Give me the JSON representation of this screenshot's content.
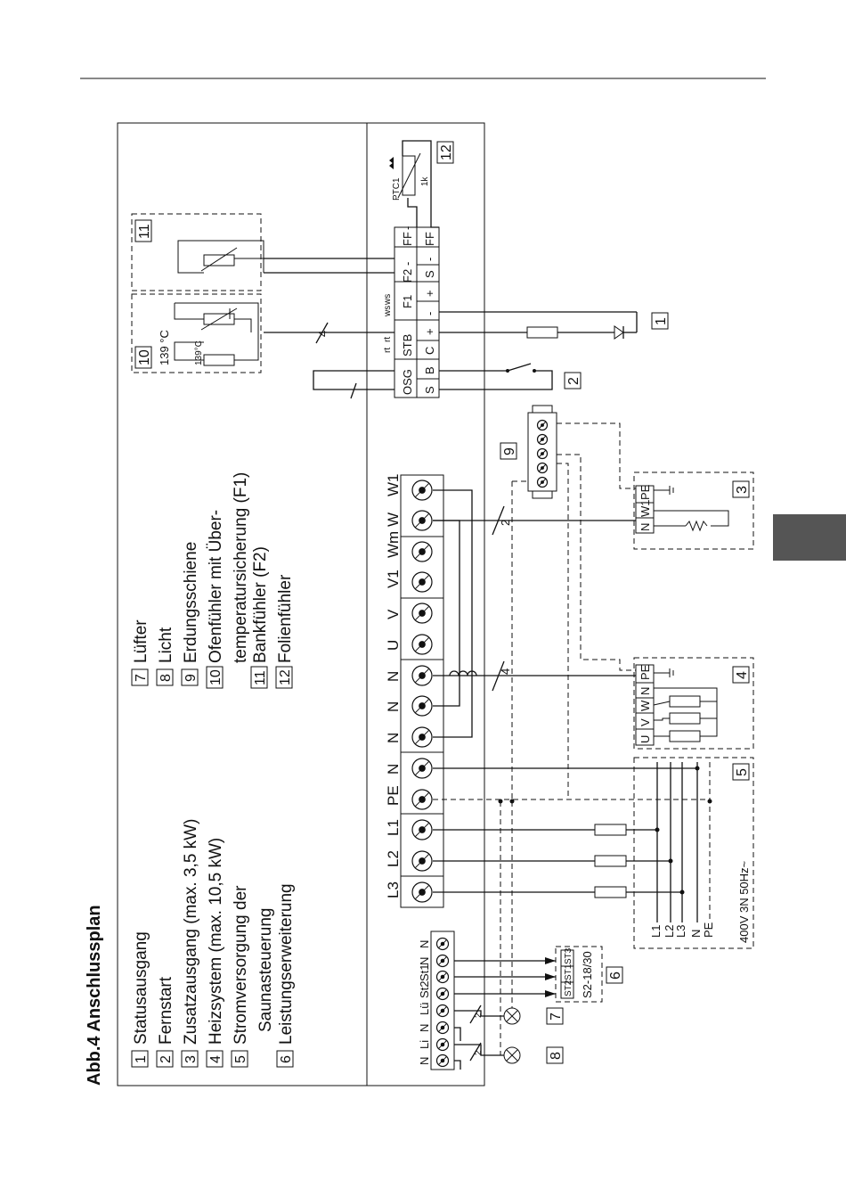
{
  "figure": {
    "title": "Abb.4 Anschlussplan"
  },
  "legend": {
    "items": [
      {
        "num": "1",
        "label": "Statusausgang"
      },
      {
        "num": "2",
        "label": "Fernstart"
      },
      {
        "num": "3",
        "label": "Zusatzausgang (max. 3,5 kW)"
      },
      {
        "num": "4",
        "label": "Heizsystem (max. 10,5 kW)"
      },
      {
        "num": "5",
        "label": "Stromversorgung der",
        "label2": "Saunasteuerung"
      },
      {
        "num": "6",
        "label": "Leistungserweiterung"
      },
      {
        "num": "7",
        "label": "Lüfter"
      },
      {
        "num": "8",
        "label": "Licht"
      },
      {
        "num": "9",
        "label": "Erdungsschiene"
      },
      {
        "num": "10",
        "label": "Ofenfühler mit Über-",
        "label2": "temperatursicherung (F1)"
      },
      {
        "num": "11",
        "label": "Bankfühler (F2)"
      },
      {
        "num": "12",
        "label": "Folienfühler"
      }
    ]
  },
  "main_terminals": [
    "L3",
    "L2",
    "L1",
    "PE",
    "N",
    "N",
    "N",
    "N",
    "U",
    "V",
    "V1",
    "Wm",
    "W",
    "W1"
  ],
  "aux_terminals": [
    "N",
    "Li",
    "N",
    "Lü",
    "St2",
    "St1",
    "N",
    "N"
  ],
  "sensor_block": {
    "top": [
      "OSG",
      "STB",
      "F1",
      "F2",
      "FF"
    ],
    "top_dash": [
      "-",
      "-"
    ],
    "bottom": [
      "S",
      "B",
      "C",
      "+",
      "-",
      "+",
      "S",
      "-",
      "FF"
    ],
    "wire_colors": [
      "rt",
      "rt",
      "ws",
      "ws"
    ]
  },
  "labels": {
    "temp_139": "139 °C",
    "temp_139_small": "139°C",
    "ptc": "PTC1",
    "ptc_value": "1k",
    "power_lines": [
      "L1",
      "L2",
      "L3",
      "N",
      "PE"
    ],
    "power_spec": "400V 3N 50Hz~",
    "ext_module": "S2-18/30",
    "ext_terms": [
      "ST2",
      "ST1",
      "ST3"
    ],
    "block3_terms": [
      "N",
      "W1",
      "PE"
    ],
    "block4_terms": [
      "U",
      "V",
      "W",
      "N",
      "PE"
    ],
    "wire_count_2": "2",
    "wire_count_4": "4"
  }
}
